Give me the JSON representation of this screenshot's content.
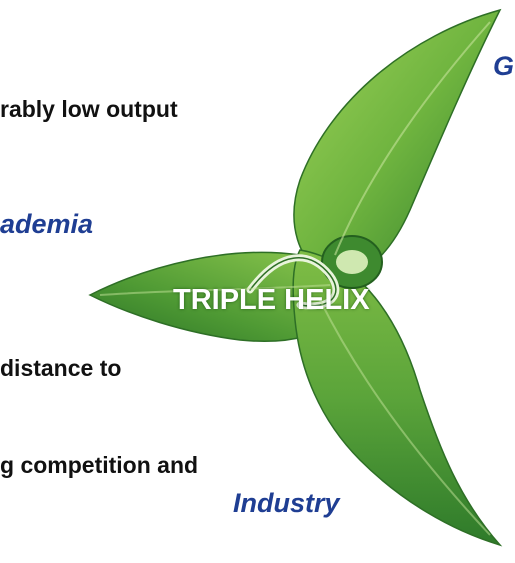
{
  "diagram": {
    "center_label": "TRIPLE HELIX",
    "actors": {
      "government_partial": "G",
      "academia_partial": "ademia",
      "industry": "Industry"
    },
    "text_fragments": [
      "rably low output",
      "distance to",
      "g competition and"
    ],
    "colors": {
      "leaf_light": "#8cc84b",
      "leaf_dark": "#2f7d2b",
      "actor_text": "#1f3e93",
      "body_text": "#111111"
    }
  }
}
